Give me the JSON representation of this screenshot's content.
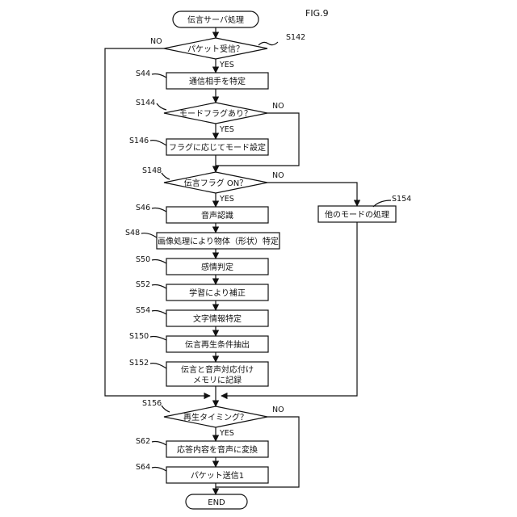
{
  "figure": {
    "label": "FIG.9"
  },
  "nodes": {
    "start": {
      "text": "伝言サーバ処理"
    },
    "d_s142": {
      "text": "パケット受信？",
      "step": "S142",
      "yes": "YES",
      "no": "NO"
    },
    "p_s44": {
      "text": "通信相手を特定",
      "step": "S44"
    },
    "d_s144": {
      "text": "モードフラグあり？",
      "step": "S144",
      "yes": "YES",
      "no": "NO"
    },
    "p_s146": {
      "text": "フラグに応じてモード設定",
      "step": "S146"
    },
    "d_s148": {
      "text": "伝言フラグ ON？",
      "step": "S148",
      "yes": "YES",
      "no": "NO"
    },
    "p_s154": {
      "text": "他のモードの処理",
      "step": "S154"
    },
    "p_s46": {
      "text": "音声認識",
      "step": "S46"
    },
    "p_s48": {
      "text": "画像処理により物体（形状）特定",
      "step": "S48"
    },
    "p_s50": {
      "text": "感情判定",
      "step": "S50"
    },
    "p_s52": {
      "text": "学習により補正",
      "step": "S52"
    },
    "p_s54": {
      "text": "文字情報特定",
      "step": "S54"
    },
    "p_s150": {
      "text": "伝言再生条件抽出",
      "step": "S150"
    },
    "p_s152": {
      "text_line1": "伝言と音声対応付け",
      "text_line2": "メモリに記録",
      "step": "S152"
    },
    "d_s156": {
      "text": "再生タイミング？",
      "step": "S156",
      "yes": "YES",
      "no": "NO"
    },
    "p_s62": {
      "text": "応答内容を音声に変換",
      "step": "S62"
    },
    "p_s64": {
      "text": "パケット送信1",
      "step": "S64"
    },
    "end": {
      "text": "END"
    }
  }
}
